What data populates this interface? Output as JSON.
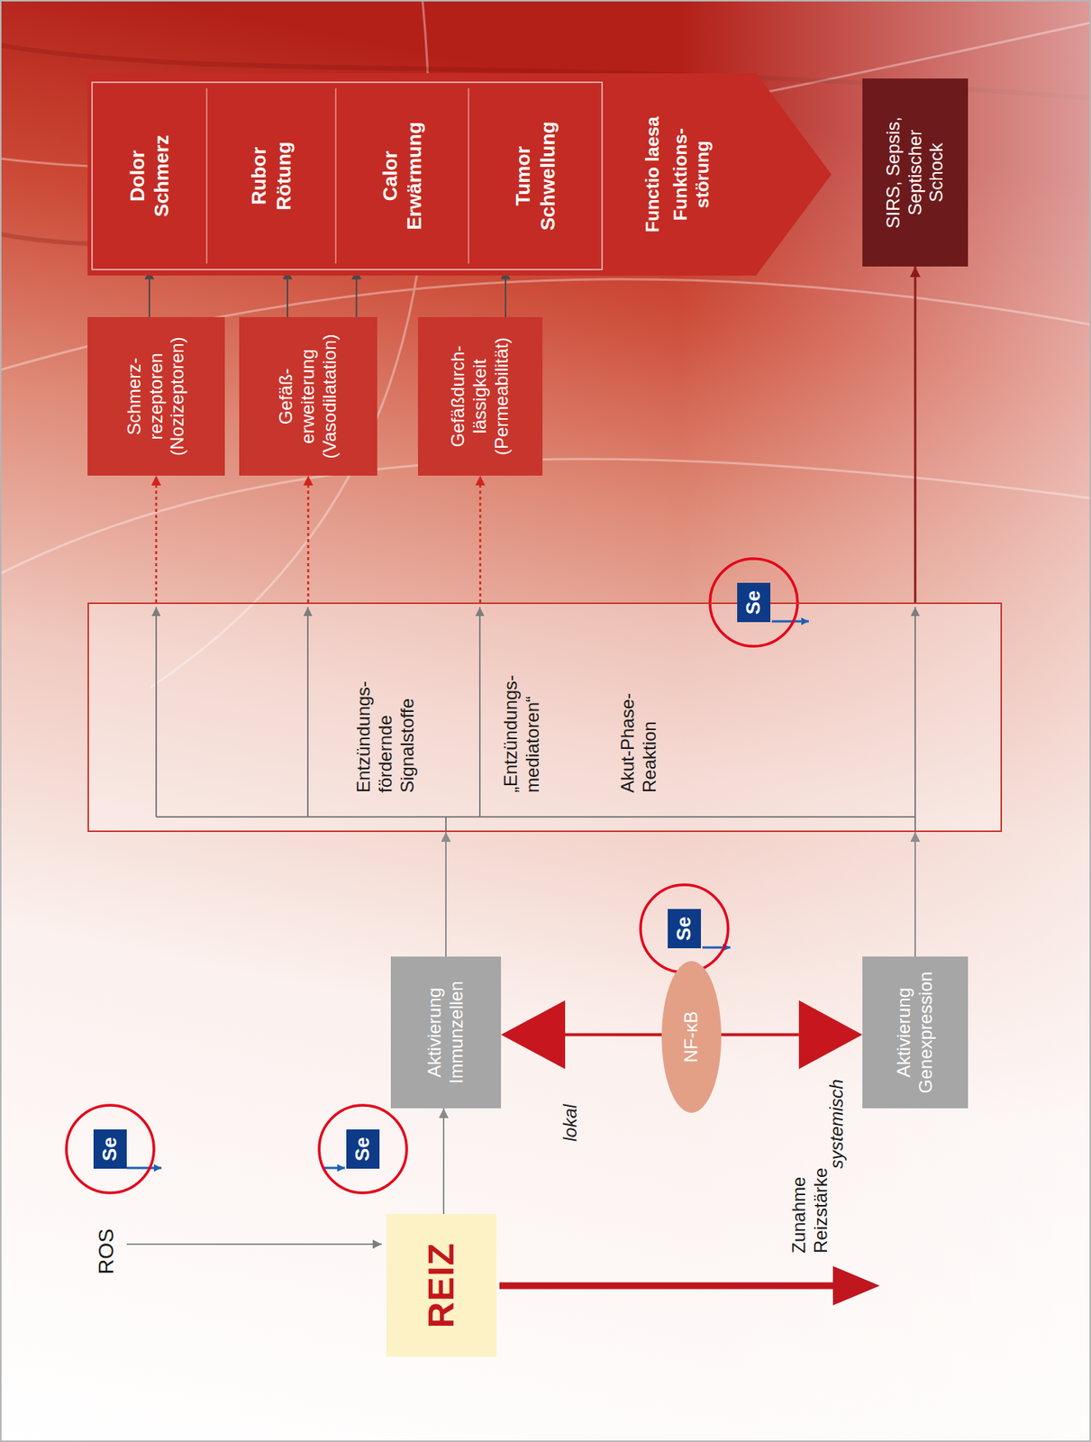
{
  "diagram": {
    "nodes": [
      {
        "text": [
          "REIZ"
        ]
      },
      {
        "text": [
          "Aktivierung Immunzellen"
        ]
      },
      {
        "text": [
          "NF-κB"
        ]
      },
      {
        "text": [
          "Aktivierung Genexpression"
        ]
      },
      {
        "text": [
          "Entzündungs- fördernde Signalstoffe",
          "„Entzündungs- mediatoren“",
          "Akut-Phase- Reaktion"
        ]
      },
      {
        "text": [
          "Schmerz- rezeptoren (Nozizeptoren)"
        ]
      },
      {
        "text": [
          "Gefäß- erweiterung (Vasodilatation)"
        ]
      },
      {
        "text": [
          "Gefäßdurch- lässigkeit (Permeabilität)"
        ]
      },
      {
        "text": [
          "Functio laesa",
          "Funktions- störung"
        ]
      },
      {
        "text": [
          "Dolor",
          "Schmerz"
        ],
        "in": 8
      },
      {
        "text": [
          "Rubor",
          "Rötung"
        ],
        "in": 8
      },
      {
        "text": [
          "Calor",
          "Erwärmung"
        ],
        "in": 8
      },
      {
        "text": [
          "Tumor",
          "Schwellung"
        ],
        "in": 8
      },
      {
        "text": [
          "SIRS, Sepsis, Septischer Schock"
        ]
      },
      {
        "text": [
          "Se"
        ]
      },
      {
        "text": [
          "Se"
        ]
      },
      {
        "text": [
          "Se"
        ]
      },
      {
        "text": [
          "Se"
        ]
      }
    ],
    "edges": [
      {
        "from": 0,
        "to": 1,
        "arrow": "to"
      },
      {
        "from": 2,
        "to": 1,
        "arrow": "to"
      },
      {
        "from": 2,
        "to": 3,
        "arrow": "to"
      },
      {
        "from": 1,
        "to": 4,
        "arrow": "to"
      },
      {
        "from": 3,
        "to": 4,
        "arrow": "to"
      },
      {
        "from": 4,
        "to": 5,
        "arrow": "to"
      },
      {
        "from": 4,
        "to": 6,
        "arrow": "to"
      },
      {
        "from": 4,
        "to": 7,
        "arrow": "to"
      },
      {
        "from": 4,
        "to": 13,
        "arrow": "to"
      },
      {
        "from": 5,
        "to": 9,
        "arrow": "to"
      },
      {
        "from": 6,
        "to": 10,
        "arrow": "to"
      },
      {
        "from": 6,
        "to": 11,
        "arrow": "to"
      },
      {
        "from": 7,
        "to": 12,
        "arrow": "to"
      }
    ],
    "labels": [
      "ROS",
      "Zunahme Reizstärke",
      "lokal",
      "systemisch"
    ]
  }
}
